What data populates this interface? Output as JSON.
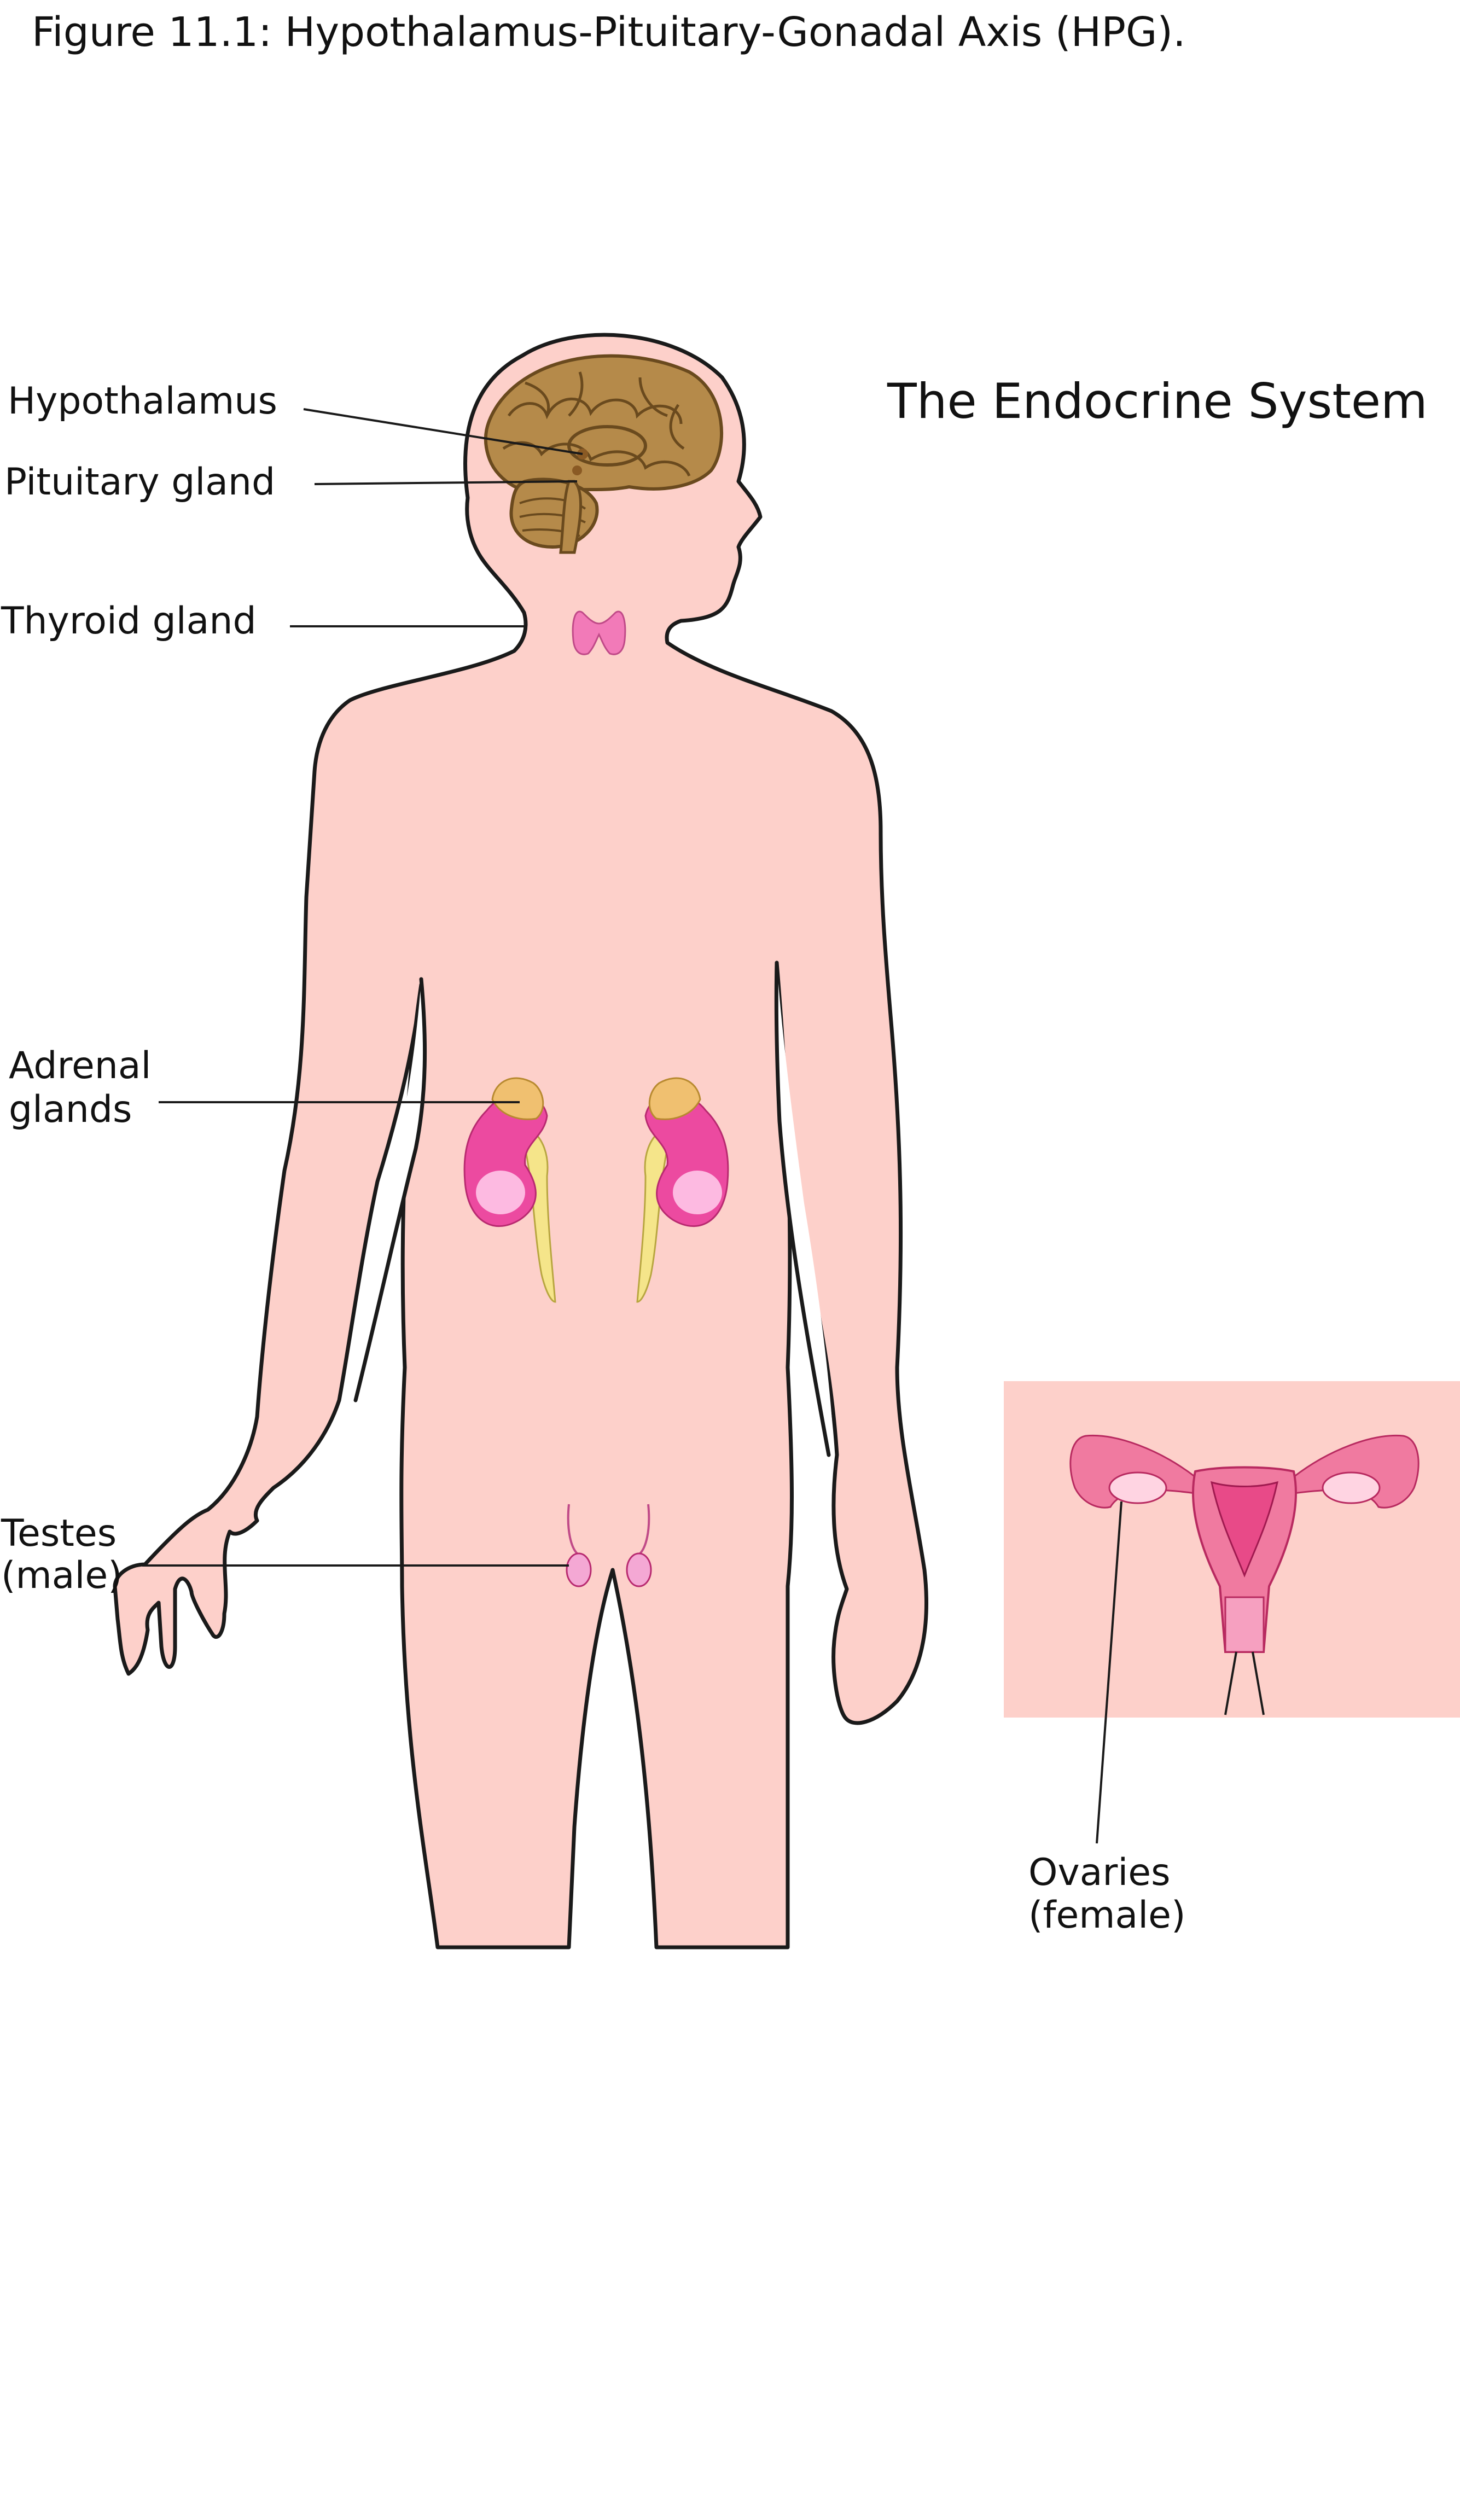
{
  "figure": {
    "title": "Figure 11.1: Hypothalamus-Pituitary-Gonadal Axis (HPG).",
    "subtitle": "The Endocrine System"
  },
  "labels": {
    "hypothalamus": "Hypothalamus",
    "pituitary": "Pituitary gland",
    "thyroid": "Thyroid gland",
    "adrenal_line1": "Adrenal",
    "adrenal_line2": "glands",
    "testes_line1": "Testes",
    "testes_line2": "(male)",
    "ovaries_line1": "Ovaries",
    "ovaries_line2": "(female)"
  },
  "colors": {
    "body_fill": "#fdd0ca",
    "outline": "#1a1a1a",
    "brain": "#b58a4a",
    "brain_dark": "#7a5424",
    "thyroid": "#f27ab8",
    "kidney": "#ec4aa0",
    "kidney_light": "#ffc6e8",
    "adrenal": "#f0c070",
    "ureter": "#f5e58a",
    "uterus": "#f07aa0",
    "inset_bg": "#fdd0ca"
  }
}
